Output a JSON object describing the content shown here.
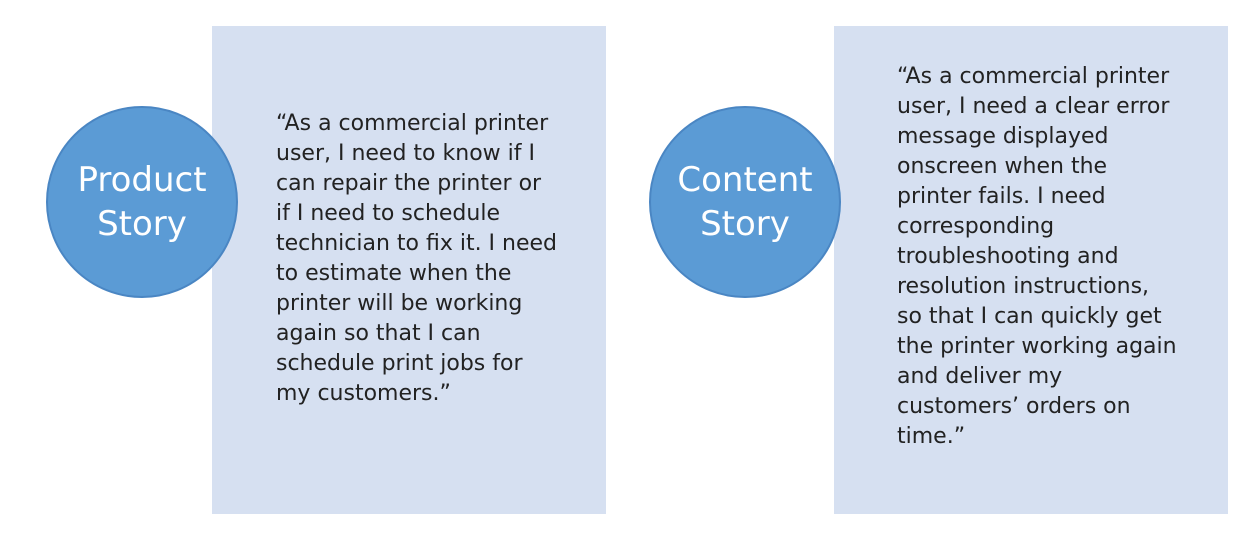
{
  "stories": [
    {
      "label": "Product\nStory",
      "quote": "“As a commercial printer\nuser, I need to know if I\ncan repair the printer or\nif I need to schedule\ntechnician to fix it. I need\nto estimate when the\nprinter will be working\nagain so that I can\nschedule print jobs for\nmy customers.”"
    },
    {
      "label": "Content\nStory",
      "quote": "“As a commercial printer\nuser, I need a clear error\nmessage displayed\nonscreen when the\nprinter fails. I need\ncorresponding\ntroubleshooting and\nresolution instructions,\nso that I can quickly get\nthe printer working again\nand deliver my\ncustomers’ orders on\ntime.”"
    }
  ]
}
